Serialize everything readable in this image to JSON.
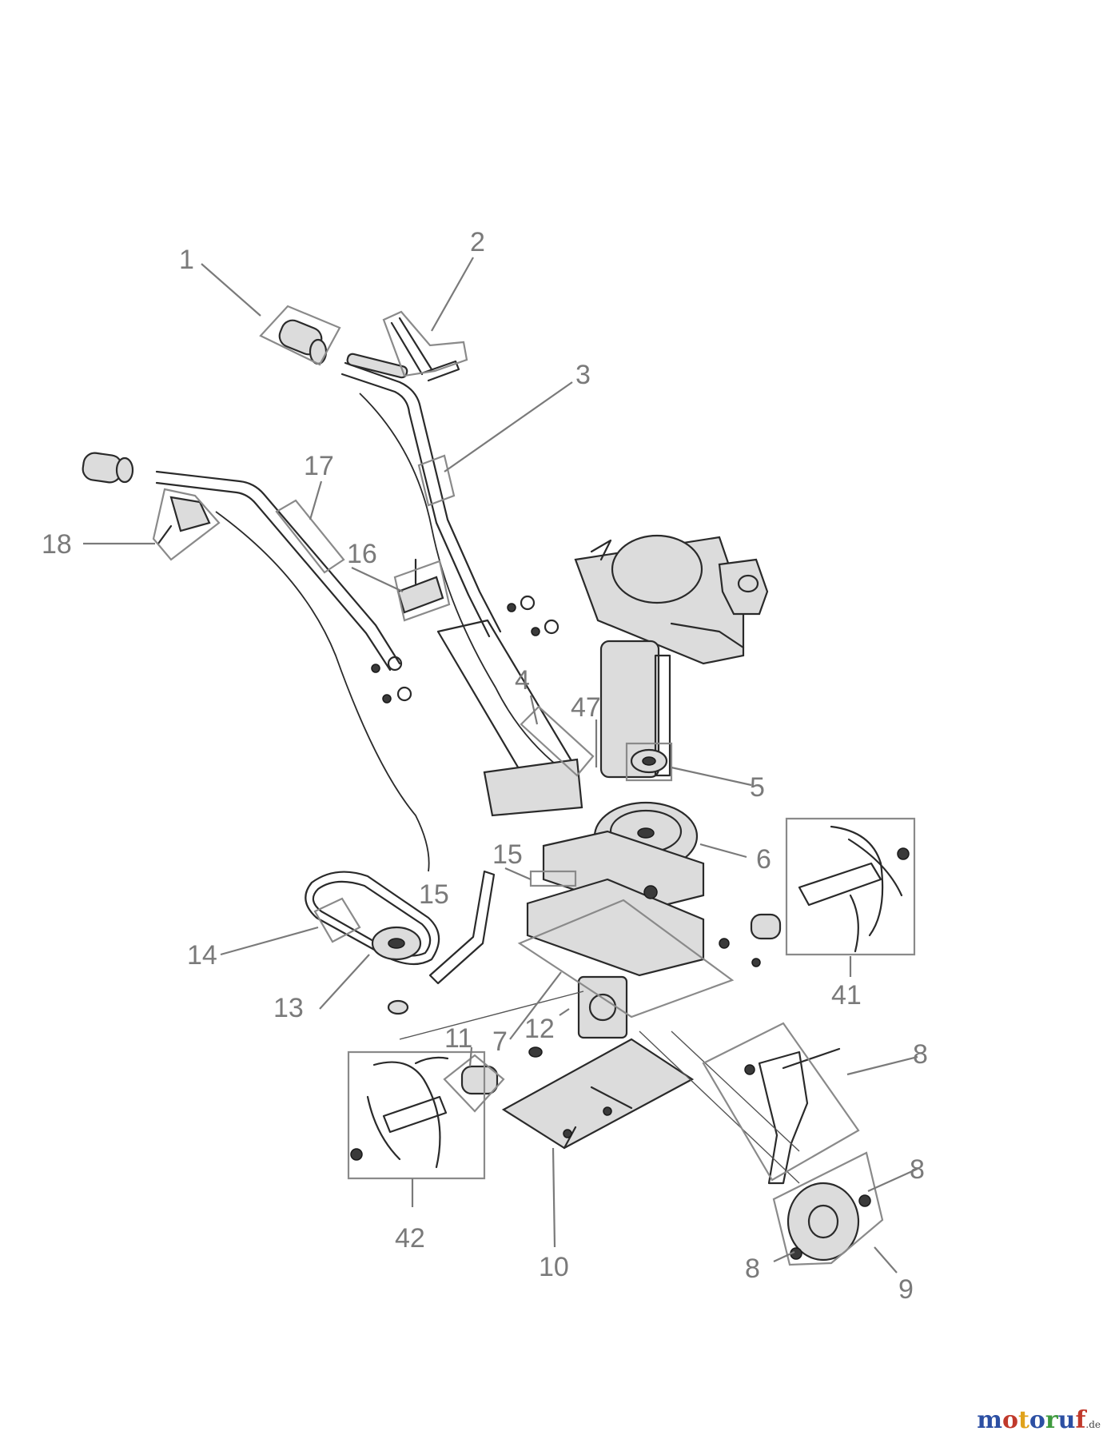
{
  "diagram": {
    "part_numbers": {
      "p1": "1",
      "p2": "2",
      "p3": "3",
      "p4": "4",
      "p5": "5",
      "p6": "6",
      "p7": "7",
      "p8a": "8",
      "p8b": "8",
      "p8c": "8",
      "p9": "9",
      "p10": "10",
      "p11": "11",
      "p12": "12",
      "p13": "13",
      "p14": "14",
      "p15a": "15",
      "p15b": "15",
      "p16": "16",
      "p17": "17",
      "p18": "18",
      "p41": "41",
      "p42": "42",
      "p47": "47"
    }
  },
  "watermark": {
    "brand_text": "motoruf",
    "domain_suffix": ".de",
    "colors": [
      "#2c4fa3",
      "#c0392b",
      "#e0a21b",
      "#2c4fa3",
      "#3e9a3e",
      "#2c4fa3",
      "#c0392b"
    ]
  }
}
